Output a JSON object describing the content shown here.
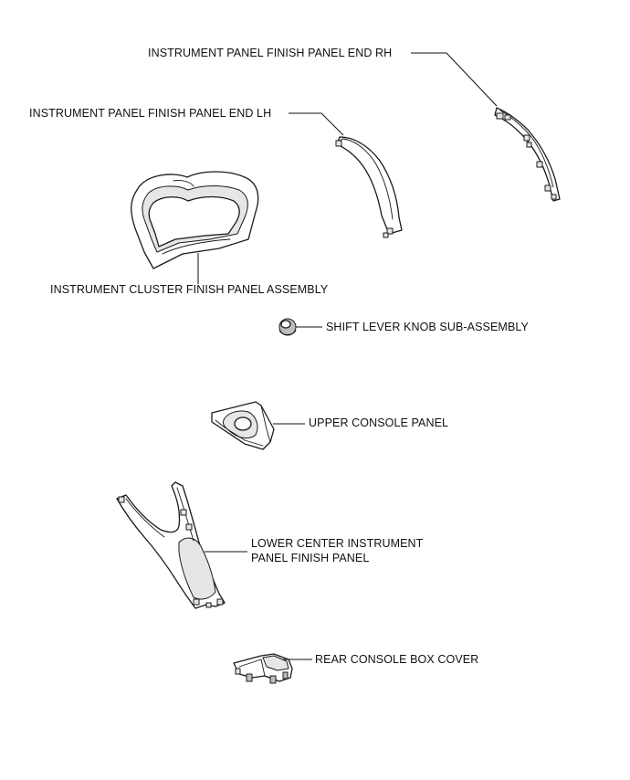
{
  "diagram": {
    "labels": {
      "panel_end_rh": "INSTRUMENT PANEL FINISH PANEL END RH",
      "panel_end_lh": "INSTRUMENT PANEL FINISH PANEL END LH",
      "cluster_finish": "INSTRUMENT CLUSTER FINISH PANEL ASSEMBLY",
      "shift_knob": "SHIFT LEVER KNOB SUB-ASSEMBLY",
      "upper_console": "UPPER CONSOLE PANEL",
      "lower_center_line1": "LOWER CENTER INSTRUMENT",
      "lower_center_line2": "PANEL FINISH PANEL",
      "rear_console_cover": "REAR CONSOLE BOX COVER"
    }
  }
}
